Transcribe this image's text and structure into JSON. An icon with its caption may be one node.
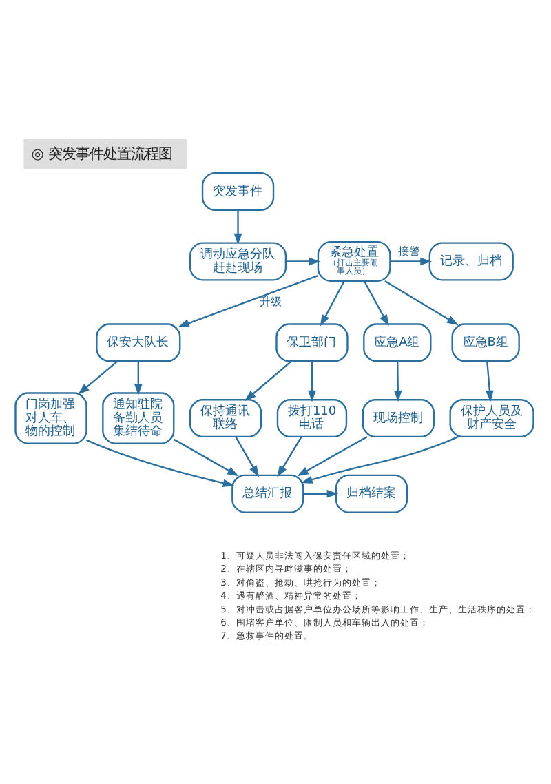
{
  "diagram": {
    "title": "◎ 突发事件处置流程图",
    "nodes": [
      {
        "text": [
          "突发事件"
        ]
      },
      {
        "text": [
          "调动应急分队赶赴现场"
        ]
      },
      {
        "text": [
          "紧急处置",
          "（打击主要闹事人员）"
        ]
      },
      {
        "text": [
          "记录、归档"
        ]
      },
      {
        "text": [
          "保安大队长"
        ]
      },
      {
        "text": [
          "保卫部门"
        ]
      },
      {
        "text": [
          "应急A组"
        ]
      },
      {
        "text": [
          "应急B组"
        ]
      },
      {
        "text": [
          "门岗加强对人车、物的控制"
        ]
      },
      {
        "text": [
          "通知驻院备勤人员集结待命"
        ]
      },
      {
        "text": [
          "保持通讯联络"
        ]
      },
      {
        "text": [
          "拨打110电话"
        ]
      },
      {
        "text": [
          "现场控制"
        ]
      },
      {
        "text": [
          "保护人员及财产安全"
        ]
      },
      {
        "text": [
          "总结汇报"
        ]
      },
      {
        "text": [
          "归档结案"
        ]
      }
    ],
    "edges": [
      {
        "from": 0,
        "to": 1,
        "arrow": "to"
      },
      {
        "from": 1,
        "to": 2,
        "arrow": "to"
      },
      {
        "from": 2,
        "to": 3,
        "arrow": "to",
        "label": "接警"
      },
      {
        "from": 2,
        "to": 4,
        "arrow": "to",
        "label": "升级"
      },
      {
        "from": 2,
        "to": 5,
        "arrow": "to"
      },
      {
        "from": 2,
        "to": 6,
        "arrow": "to"
      },
      {
        "from": 2,
        "to": 7,
        "arrow": "to"
      },
      {
        "from": 4,
        "to": 8,
        "arrow": "to"
      },
      {
        "from": 4,
        "to": 9,
        "arrow": "to"
      },
      {
        "from": 5,
        "to": 10,
        "arrow": "to"
      },
      {
        "from": 5,
        "to": 11,
        "arrow": "to"
      },
      {
        "from": 6,
        "to": 12,
        "arrow": "to"
      },
      {
        "from": 7,
        "to": 13,
        "arrow": "to"
      },
      {
        "from": 8,
        "to": 14,
        "arrow": "to"
      },
      {
        "from": 9,
        "to": 14,
        "arrow": "to"
      },
      {
        "from": 10,
        "to": 14,
        "arrow": "to"
      },
      {
        "from": 11,
        "to": 14,
        "arrow": "to"
      },
      {
        "from": 12,
        "to": 14,
        "arrow": "to"
      },
      {
        "from": 13,
        "to": 14,
        "arrow": "to"
      },
      {
        "from": 14,
        "to": 15,
        "arrow": "to"
      }
    ],
    "labels": [
      "1、可疑人员非法闯入保安责任区域的处置；",
      "2、在辖区内寻衅滋事的处置；",
      "3、对偷盗、抢劫、哄抢行为的处置；",
      "4、遇有醉酒、精神异常的处置；",
      "5、对冲击或占据客户单位办公场所等影响工作、生产、生活秩序的处置；",
      "6、围堵客户单位、限制人员和车辆出入的处置；",
      "7、急救事件的处置。"
    ]
  }
}
